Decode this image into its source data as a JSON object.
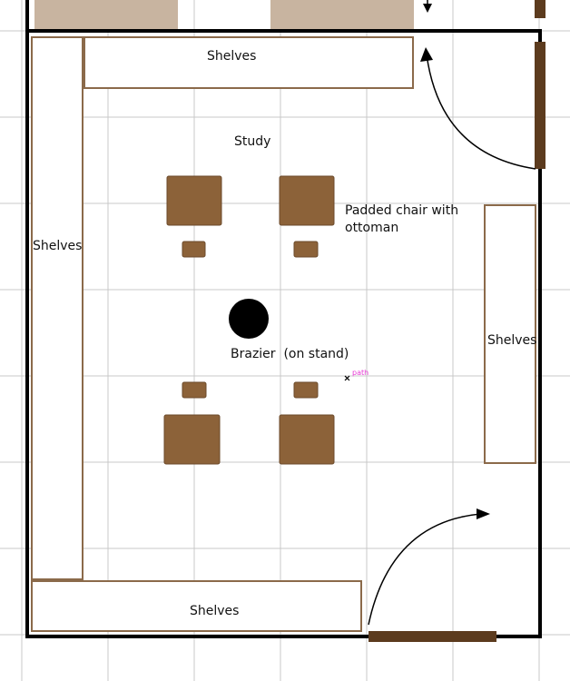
{
  "room": {
    "title": "Study"
  },
  "labels": {
    "shelves_top": "Shelves",
    "shelves_left": "Shelves",
    "shelves_right": "Shelves",
    "shelves_bottom": "Shelves",
    "chair_line1": "Padded chair with",
    "chair_line2": "ottoman",
    "brazier": "Brazier  (on stand)",
    "path_marker": "path"
  },
  "colors": {
    "wall": "#000000",
    "shelf_outline": "#8b6a4a",
    "furniture": "#8c6239",
    "door": "#5c3b1e",
    "rug_top": "#c8b4a0",
    "grid": "#bdbdbd",
    "path_marker": "#e83ad6"
  }
}
